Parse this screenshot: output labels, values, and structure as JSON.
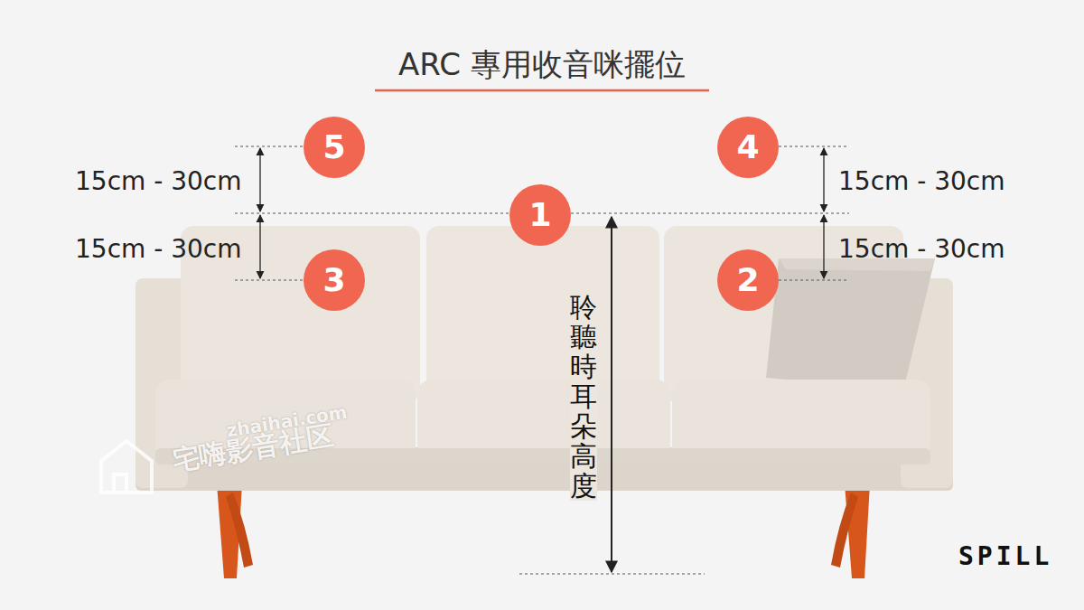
{
  "diagram": {
    "title": "ARC 專用收音咪擺位",
    "nodes": [
      {
        "text": [
          "5"
        ]
      },
      {
        "text": [
          "4"
        ]
      },
      {
        "text": [
          "1"
        ]
      },
      {
        "text": [
          "3"
        ]
      },
      {
        "text": [
          "2"
        ]
      }
    ],
    "labels": [
      "15cm - 30cm",
      "15cm - 30cm",
      "15cm - 30cm",
      "15cm - 30cm",
      "聆聽時耳朵高度",
      "zhaihai.com",
      "宅嗨影音社区",
      "SPILL"
    ]
  }
}
